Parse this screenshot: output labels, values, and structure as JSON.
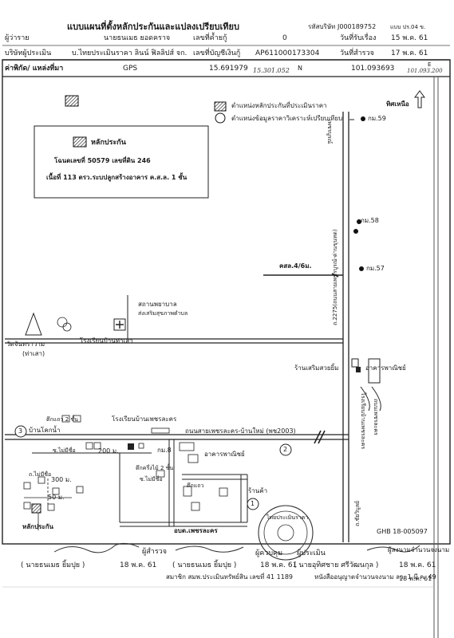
{
  "header": {
    "title": "แบบแผนที่ตั้งหลักประกันและแปลงเปรียบเทียบ",
    "case_id_label": "รหัสบริษัท",
    "case_id_value": "J000189752",
    "form_no": "แบบ ปร.04 ข."
  },
  "info_rows": {
    "client_label": "ผู้ว่าราย",
    "client_value": "นายธนเมธ ยอดคราจ",
    "guarantee_label": "เลขที่ค้ำยกู้",
    "guarantee_value": "0",
    "received_label": "วันที่รับเรื่อง",
    "received_value": "15 พ.ค. 61",
    "company_label": "บริษัทผู้ประเมิน",
    "company_value": "บ.ไทยประเมินราคา ลินน์ ฟิลลิปส์ จก.",
    "account_label": "เลขที่บัญชีเงินกู้",
    "account_value": "AP611000173304",
    "survey_label": "วันที่สำรวจ",
    "survey_value": "17 พ.ค. 61",
    "coord_label": "ค่าพิกัด/ แหล่งที่มา",
    "coord_source": "GPS",
    "lat_value": "15.691979",
    "lat_hand": "15.301.052",
    "lat_unit": "N",
    "lon_value": "101.093693",
    "lon_hand": "101.093.200",
    "lon_unit": "E"
  },
  "legend": {
    "collateral": "ตำแหน่งหลักประกันที่ประเมินราคา",
    "comparable": "ตำแหน่งข้อมูลราคาวิเคราะห์เปรียบเทียบ",
    "north": "ทิศเหนือ"
  },
  "collateral_box": {
    "title": "หลักประกัน",
    "deed": "โฉนดเลขที่ 50579 เลขที่ดิน 246",
    "area": "เนื้อที่ 113 ตรว.ระบปลูกสร้างอาคาร ค.ส.ล. 1 ชั้น"
  },
  "map_labels": {
    "km59": "กม.59",
    "km58": "กม.58",
    "km57": "กม.57",
    "road_north": "เพชรบูรณ์",
    "highway": "ถ.2275(ถนนสายเพชรบูรณ์-ด่านขุนทด)",
    "channel": "คสล.4/6ม.",
    "hospital": "สถานพยาบาล",
    "hospital_sub": "ส่งเสริมสุขภาพตำบล",
    "temple": "วัดจันทราวาม",
    "temple_sub": "(ท่าเสา)",
    "school_north": "โรงเรียนบ้านท่าเสา",
    "shop_north": "ร้านเสริมสวยยิ้ม",
    "commercial_east": "อาคารพาณิชย์",
    "school_east": "โรงเรียนบ้านเพชรละคร",
    "road_east": "ถนนเพชรละคร",
    "school_center": "โรงเรียนบ้านเพชรละคร",
    "main_road": "ถนนสายเพชรละคร-บ้านใหม่ (พช2003)",
    "village": "บ้านโคกน้ำ",
    "house_2fl": "ตึกแถว 2 ชั้น",
    "lane1": "ซ.ไม่มีชื่อ",
    "dist200": "200 ม.",
    "km8": "กม.8",
    "commercial_center": "อาคารพาณิชย์",
    "house_2fl_b": "ตึกครึ่งไม้ 2 ชั้น",
    "lane2": "ซ.ไม่มีชื่อ",
    "shop_south": "ร้านค้า",
    "lane_south": "ถ.ไม่มีชื่อ",
    "dist300": "300 ม.",
    "dist50": "50 ม.",
    "collateral_mark": "หลักประกัน",
    "office": "อบต.เพชรละคร",
    "house_shop": "ตึกแถว",
    "street_b": "ถ.ชัยวิบูลย์",
    "mark1": "1",
    "mark2": "2",
    "mark3": "3",
    "plot_code": "GHB 18-005097"
  },
  "signatures": {
    "surveyor_title": "ผู้สำรวจ",
    "surveyor_name": "( นายธนเมธ ยิ้มปุย )",
    "surveyor_date": "18 พ.ค. 61",
    "reviewer_name": "( นายธนเมธ ยิ้มปุย )",
    "reviewer_title": "ผู้ควบคุม",
    "reviewer_date": "18 พ.ค. 61",
    "appraiser_title": "ผู้ประเมิน",
    "appraiser_name": "( นายอุทิศชาย ศรีวัฒนกุล )",
    "appraiser_date": "18 พ.ค. 61",
    "signer_title": "ผู้ลงนามจำนวนจงนาม",
    "signer_date": "18 พ.ค. 61",
    "member_line": "สมาชิก สมพ.ประเมินทรัพย์สิน เลขที่ 41 1189",
    "license_line": "หนังสืออนุญาตจำนวนจงนาม ลว. 1 มี.ค. 49",
    "stamp_title": "ไทยประเมินราคา"
  }
}
